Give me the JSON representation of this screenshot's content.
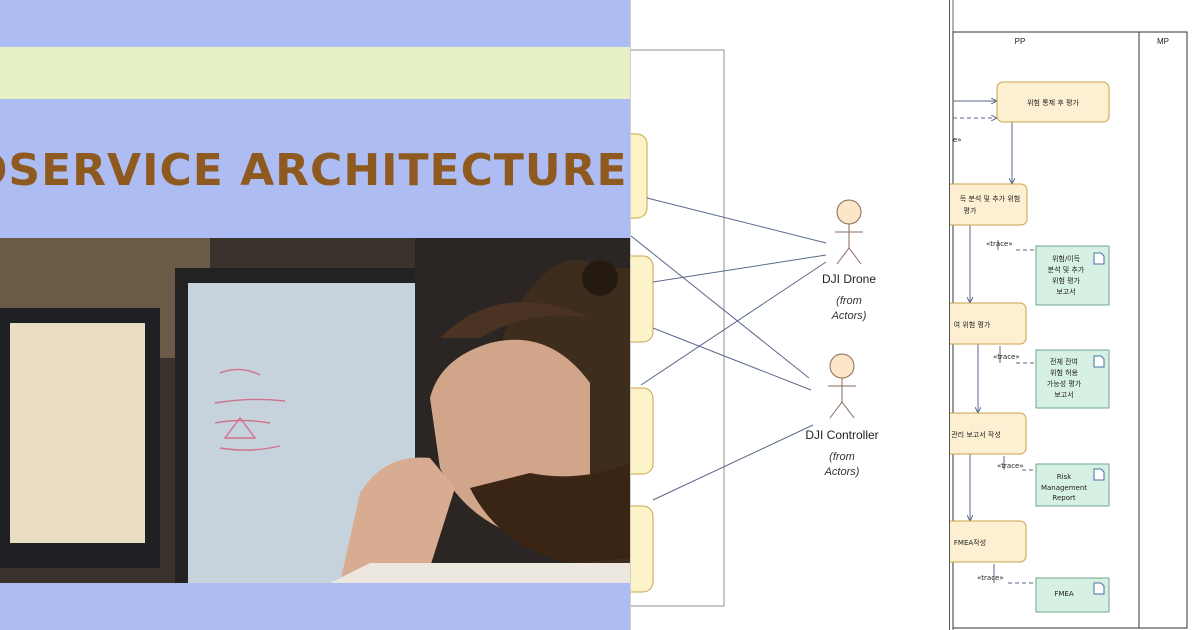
{
  "left": {
    "headline": "OSERVICE ARCHITECTURE W"
  },
  "usecase": {
    "actors": [
      {
        "name": "DJI Drone",
        "source": "(from",
        "source2": "Actors)"
      },
      {
        "name": "DJI Controller",
        "source": "(from",
        "source2": "Actors)"
      }
    ]
  },
  "activity": {
    "lanes": [
      "PP",
      "MP"
    ],
    "activities": [
      [
        "위험 통제 후 평가"
      ],
      [
        "득 분석 및 추가 위험",
        "평가"
      ],
      [
        "여 위험 평가"
      ],
      [
        "관리 보고서 작성"
      ],
      [
        "FMEA작성"
      ]
    ],
    "documents": [
      [
        "위험/이득",
        "분석 및 추가",
        "위험 평가",
        "보고서"
      ],
      [
        "전체 잔여",
        "위험 허용",
        "가능성 평가",
        "보고서"
      ],
      [
        "Risk",
        "Management",
        "Report"
      ],
      [
        "FMEA"
      ]
    ],
    "trace": "«trace»",
    "edge_label": "e»"
  },
  "colors": {
    "left_bg": "#adbdf3",
    "band": "#e5f1c5",
    "headline": "#8e5a1f",
    "usecase_fill": "#fdf3c8",
    "usecase_stroke": "#c9a24a",
    "doc_fill": "#d6f0e4",
    "doc_stroke": "#6fa88e",
    "edge": "#5a6a8a"
  }
}
